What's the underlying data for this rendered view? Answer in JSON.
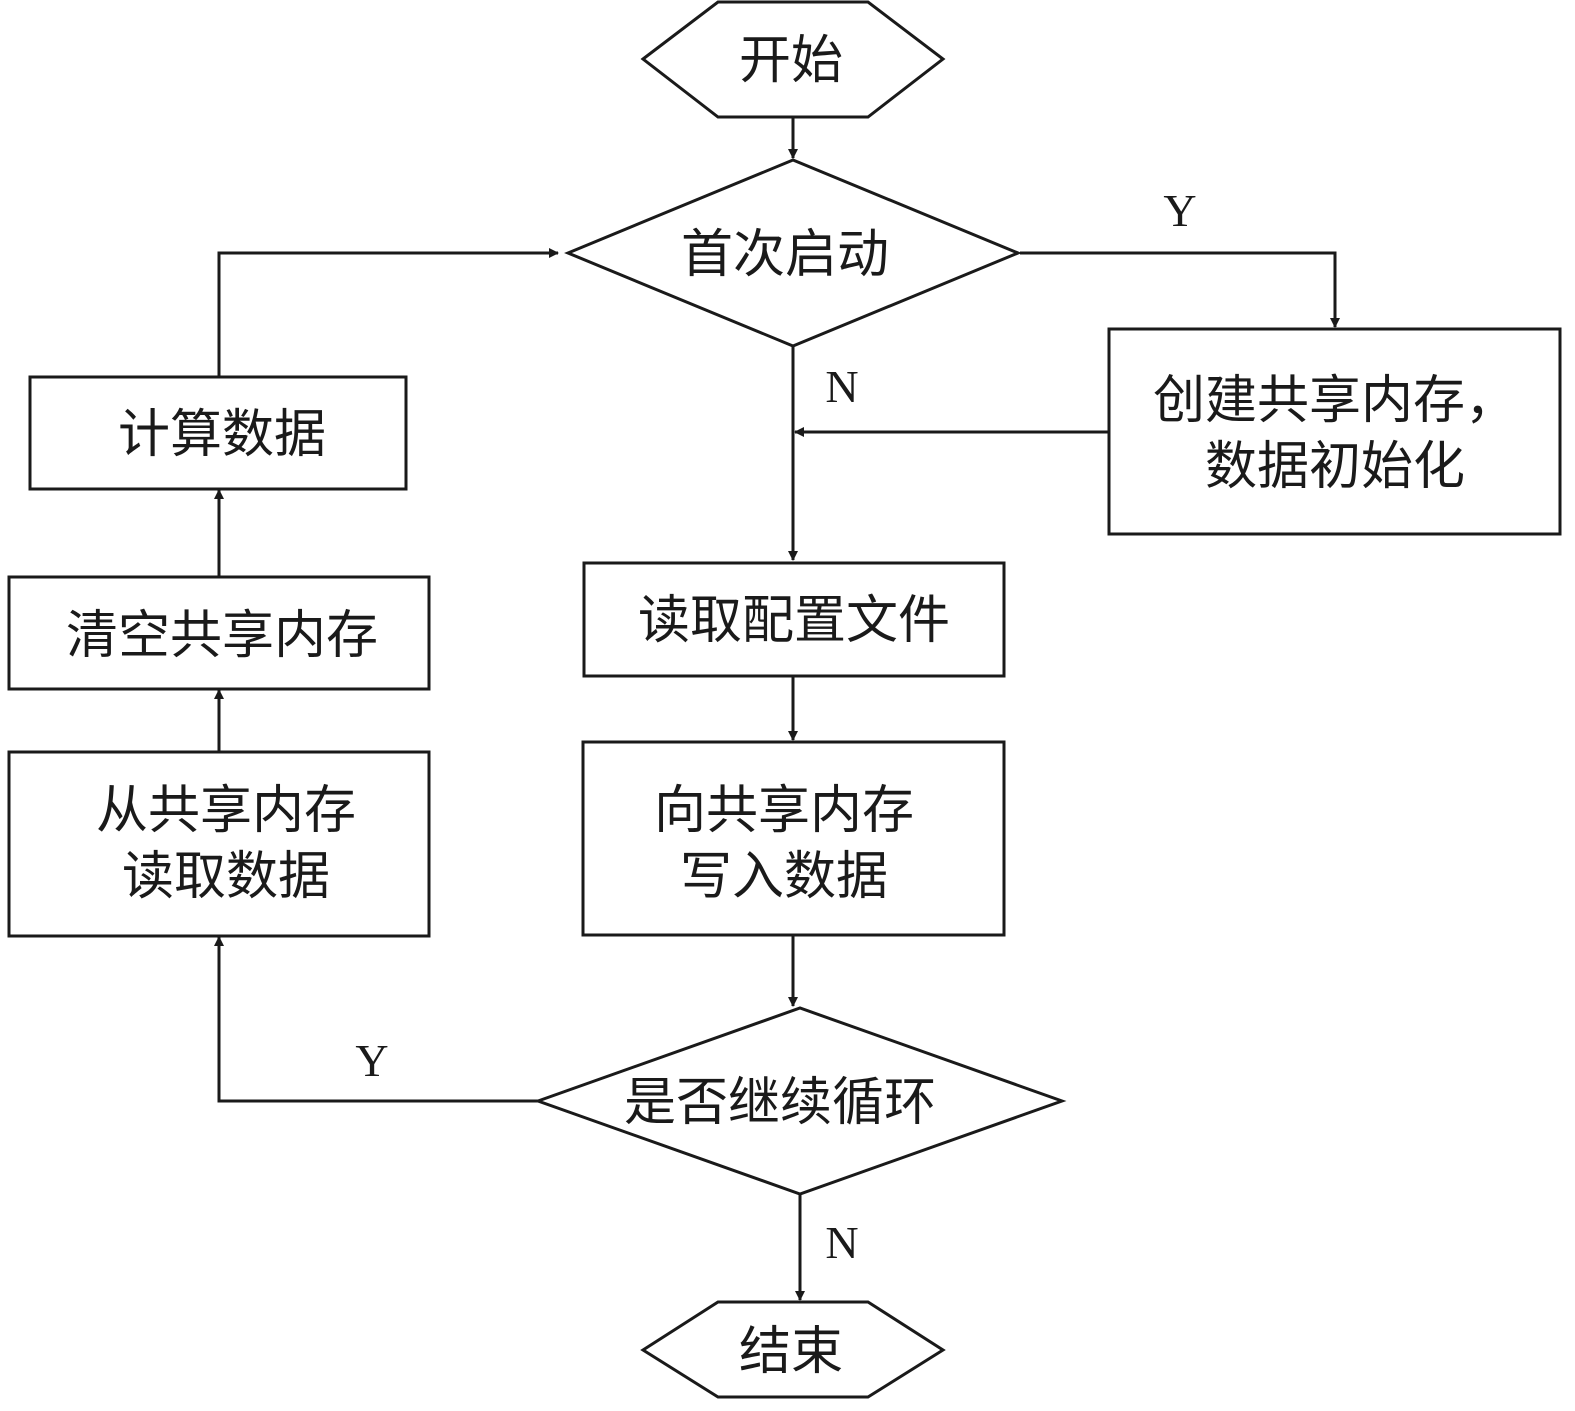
{
  "nodes": {
    "start": {
      "lines": [
        "开始"
      ]
    },
    "first_launch": {
      "lines": [
        "首次启动"
      ]
    },
    "create_shm": {
      "lines": [
        "创建共享内存，",
        "数据初始化"
      ]
    },
    "read_config": {
      "lines": [
        "读取配置文件"
      ]
    },
    "write_shm": {
      "lines": [
        "向共享内存",
        "写入数据"
      ]
    },
    "continue_loop": {
      "lines": [
        "是否继续循环"
      ]
    },
    "end": {
      "lines": [
        "结束"
      ]
    },
    "read_shm": {
      "lines": [
        "从共享内存",
        "读取数据"
      ]
    },
    "clear_shm": {
      "lines": [
        "清空共享内存"
      ]
    },
    "compute": {
      "lines": [
        "计算数据"
      ]
    }
  },
  "edge_labels": {
    "first_yes": "Y",
    "first_no": "N",
    "loop_yes": "Y",
    "loop_no": "N"
  }
}
